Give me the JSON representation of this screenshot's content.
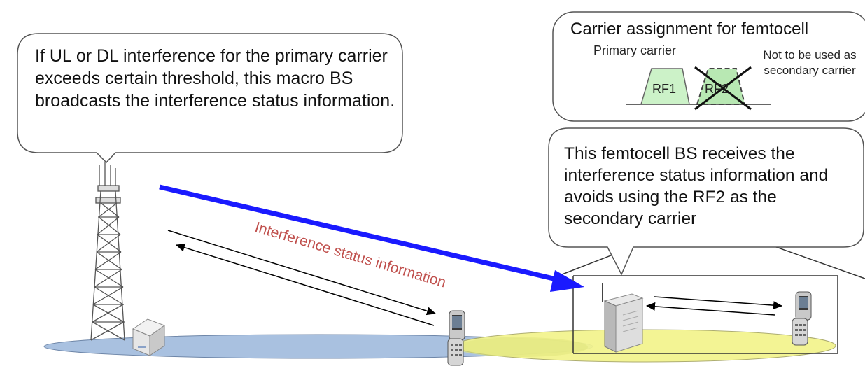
{
  "macro_callout": {
    "text": "If UL or DL interference for the primary carrier exceeds certain threshold, this macro BS broadcasts the interference status information."
  },
  "carrier_panel": {
    "title": "Carrier assignment for femtocell",
    "primary_label": "Primary carrier",
    "not_used_label": "Not to be used as secondary carrier",
    "rf1": "RF1",
    "rf2": "RF2"
  },
  "femto_callout": {
    "text": "This femtocell BS receives the interference status information and avoids using the RF2 as the secondary carrier"
  },
  "broadcast_arrow": {
    "label": "Interference status information"
  },
  "colors": {
    "broadcast_arrow": "#1a1aff",
    "arrow_label": "#c0504d",
    "macro_coverage": "#a9c1e0",
    "femto_coverage": "#f3f48c",
    "rf1_fill": "#ccf2c8",
    "rf2_fill": "#b8e8b3"
  }
}
